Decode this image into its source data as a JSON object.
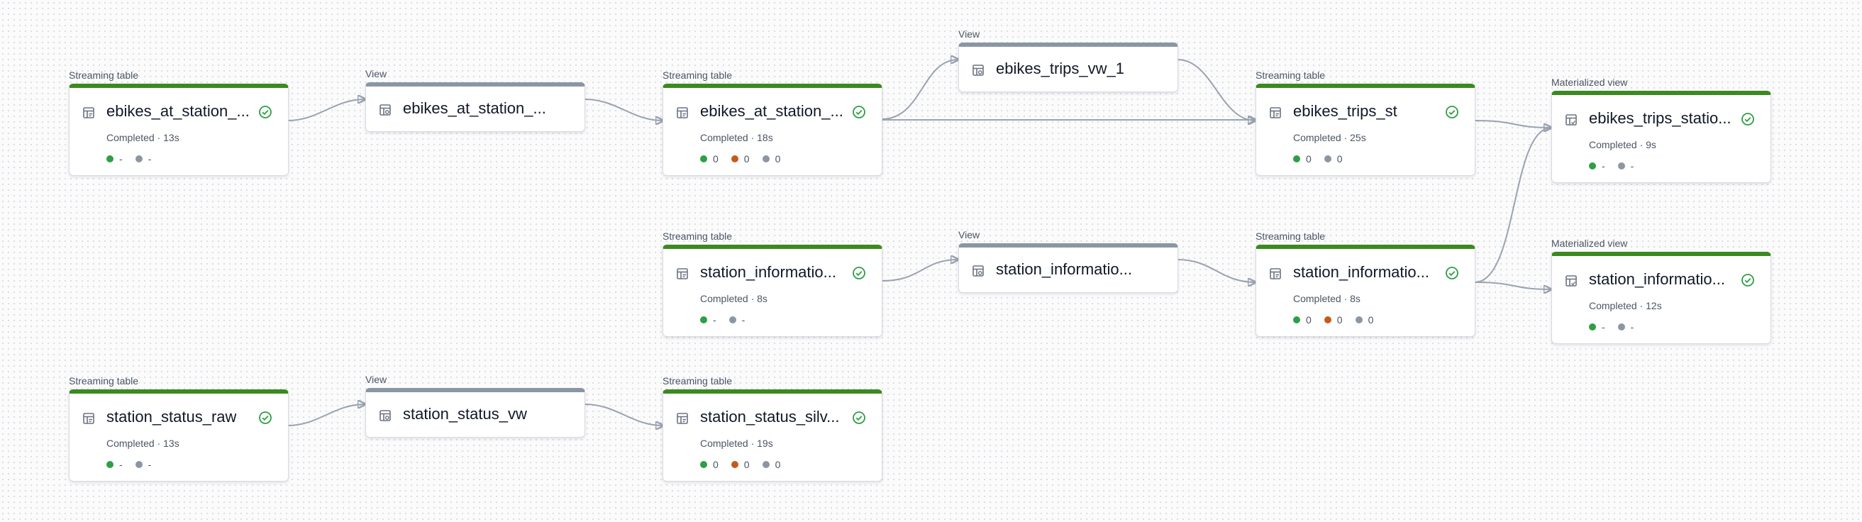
{
  "colors": {
    "table_bar": "#3a8a1f",
    "view_bar": "#8b96a4",
    "ok": "#2f9e44",
    "warn": "#c75a1a",
    "neutral": "#8c96a3",
    "edge": "#9aa3af"
  },
  "nodes": {
    "n1": {
      "kind": "Streaming table",
      "name": "ebikes_at_station_...",
      "status": "Completed · 13s",
      "counts": [
        "-",
        "-"
      ]
    },
    "n2": {
      "kind": "View",
      "name": "ebikes_at_station_..."
    },
    "n3": {
      "kind": "Streaming table",
      "name": "ebikes_at_station_...",
      "status": "Completed · 18s",
      "counts": [
        "0",
        "0",
        "0"
      ]
    },
    "n4": {
      "kind": "View",
      "name": "ebikes_trips_vw_1"
    },
    "n5": {
      "kind": "Streaming table",
      "name": "ebikes_trips_st",
      "status": "Completed · 25s",
      "counts": [
        "0",
        "0"
      ]
    },
    "n6": {
      "kind": "Materialized view",
      "name": "ebikes_trips_statio...",
      "status": "Completed · 9s",
      "counts": [
        "-",
        "-"
      ]
    },
    "n7": {
      "kind": "Streaming table",
      "name": "station_informatio...",
      "status": "Completed · 8s",
      "counts": [
        "-",
        "-"
      ]
    },
    "n8": {
      "kind": "View",
      "name": "station_informatio..."
    },
    "n9": {
      "kind": "Streaming table",
      "name": "station_informatio...",
      "status": "Completed · 8s",
      "counts": [
        "0",
        "0",
        "0"
      ]
    },
    "n10": {
      "kind": "Materialized view",
      "name": "station_informatio...",
      "status": "Completed · 12s",
      "counts": [
        "-",
        "-"
      ]
    },
    "n11": {
      "kind": "Streaming table",
      "name": "station_status_raw",
      "status": "Completed · 13s",
      "counts": [
        "-",
        "-"
      ]
    },
    "n12": {
      "kind": "View",
      "name": "station_status_vw"
    },
    "n13": {
      "kind": "Streaming table",
      "name": "station_status_silv...",
      "status": "Completed · 19s",
      "counts": [
        "0",
        "0",
        "0"
      ]
    }
  }
}
